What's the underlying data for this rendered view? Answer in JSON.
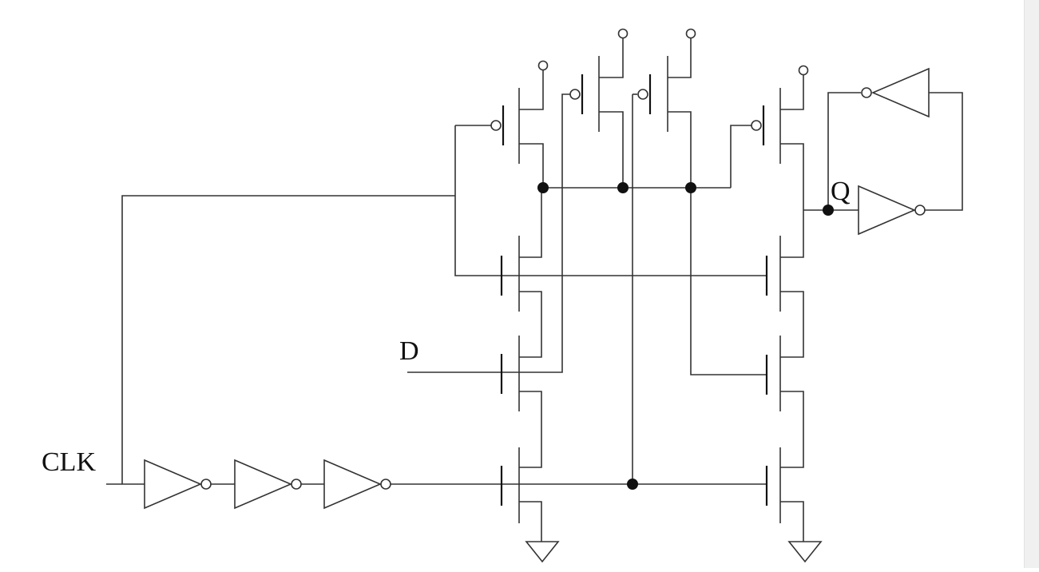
{
  "labels": {
    "clk": "CLK",
    "d": "D",
    "q": "Q"
  },
  "colors": {
    "background": "#ffffff",
    "wire": "#333333",
    "junction": "#111111",
    "scrollbar": "#f0f0f0"
  }
}
